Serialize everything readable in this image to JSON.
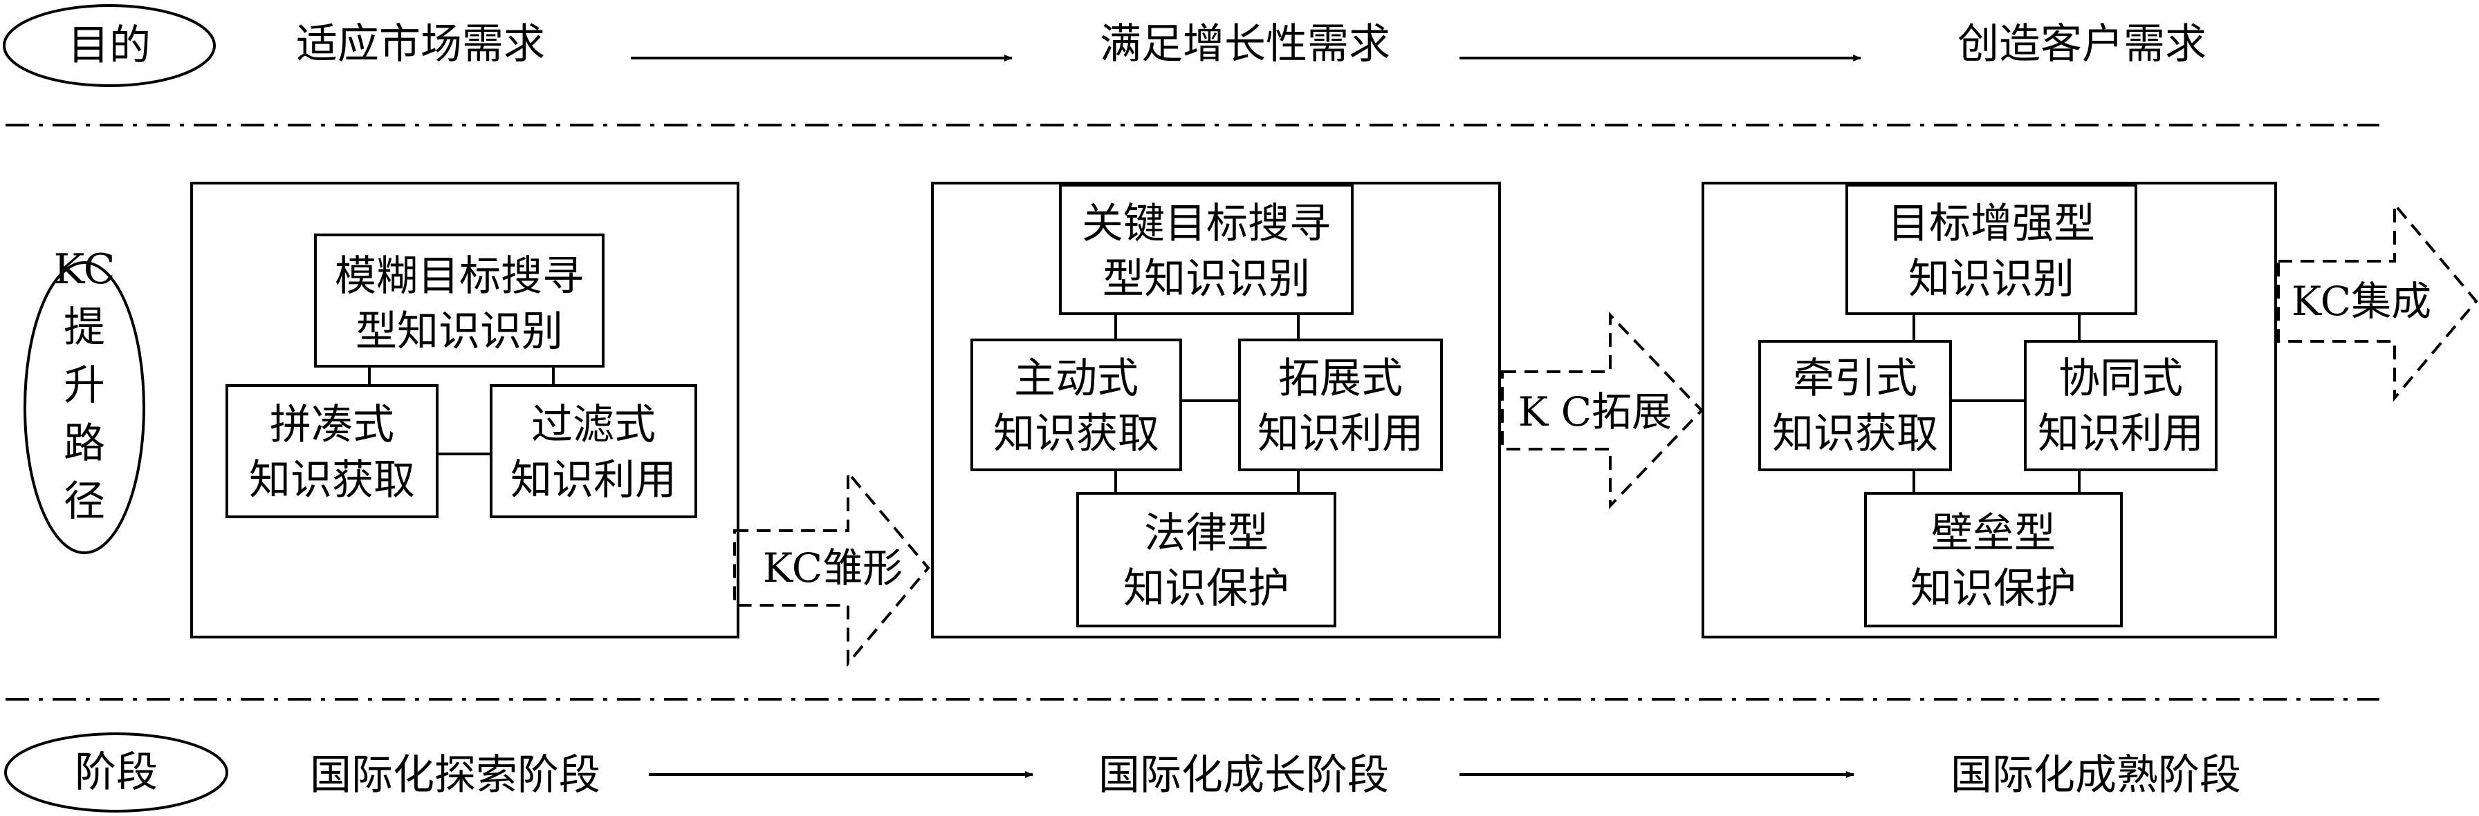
{
  "top_row": {
    "label": "目的",
    "items": [
      "适应市场需求",
      "满足增长性需求",
      "创造客户需求"
    ]
  },
  "bottom_row": {
    "label": "阶段",
    "items": [
      "国际化探索阶段",
      "国际化成长阶段",
      "国际化成熟阶段"
    ]
  },
  "middle": {
    "label_lines": [
      "KC",
      "提",
      "升",
      "路",
      "径"
    ],
    "stages": [
      {
        "top": [
          "模糊目标搜寻",
          "型知识识别"
        ],
        "left": [
          "拼凑式",
          "知识获取"
        ],
        "right": [
          "过滤式",
          "知识利用"
        ],
        "arrow": "KC雏形"
      },
      {
        "top": [
          "关键目标搜寻",
          "型知识识别"
        ],
        "left": [
          "主动式",
          "知识获取"
        ],
        "right": [
          "拓展式",
          "知识利用"
        ],
        "bottom": [
          "法律型",
          "知识保护"
        ],
        "arrow": "K C拓展"
      },
      {
        "top": [
          "目标增强型",
          "知识识别"
        ],
        "left": [
          "牵引式",
          "知识获取"
        ],
        "right": [
          "协同式",
          "知识利用"
        ],
        "bottom": [
          "壁垒型",
          "知识保护"
        ],
        "arrow": "KC集成"
      }
    ]
  }
}
